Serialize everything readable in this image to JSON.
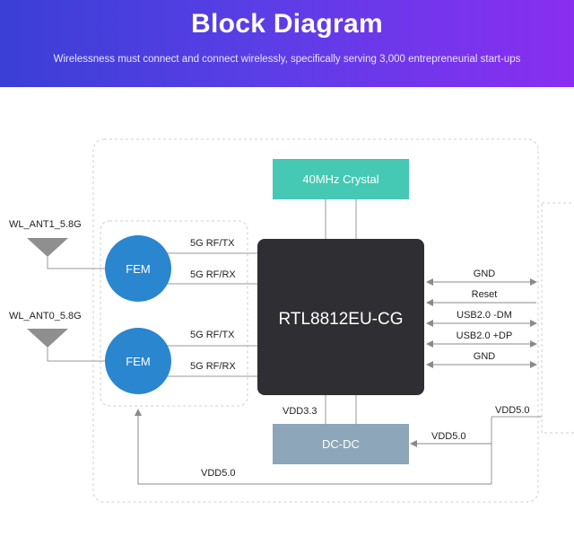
{
  "header": {
    "title": "Block Diagram",
    "subtitle": "Wirelessness must connect and connect wirelessly, specifically serving 3,000 entrepreneurial start-ups"
  },
  "diagram": {
    "crystal": "40MHz Crystal",
    "chip": "RTL8812EU-CG",
    "dcdc": "DC-DC",
    "antennas": [
      "WL_ANT1_5.8G",
      "WL_ANT0_5.8G"
    ],
    "fem": [
      "FEM",
      "FEM"
    ],
    "rf_labels": [
      "5G RF/TX",
      "5G RF/RX",
      "5G RF/TX",
      "5G RF/RX"
    ],
    "pins": [
      "GND",
      "Reset",
      "USB2.0 -DM",
      "USB2.0 +DP",
      "GND"
    ],
    "power": {
      "vdd33": "VDD3.3",
      "vdd5_right": "VDD5.0",
      "vdd5_dcdc": "VDD5.0",
      "vdd5_bottom": "VDD5.0"
    }
  },
  "colors": {
    "header_start": "#3a3fd6",
    "header_end": "#8a2ef0",
    "crystal": "#45c9b5",
    "chip": "#2f2f33",
    "fem": "#2a86cf",
    "dcdc": "#8ea6ba",
    "lines": "#9a9a9a"
  }
}
